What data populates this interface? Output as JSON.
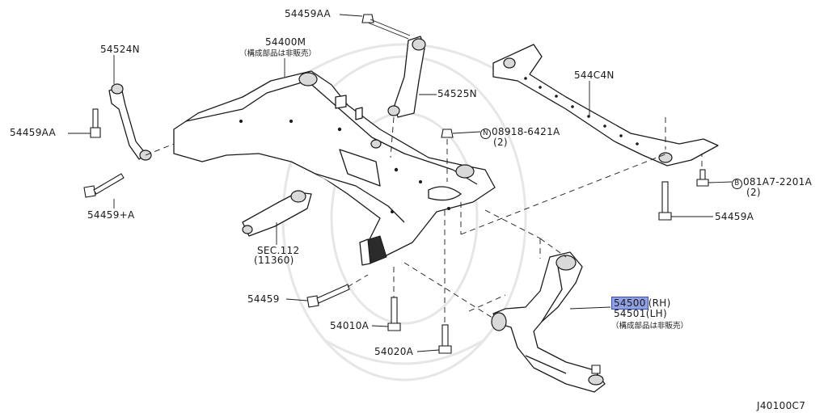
{
  "diagram": {
    "code": "J40100C7",
    "labels": {
      "p54459AA_top": "54459AA",
      "p54400M": "54400M",
      "p54400M_note": "（構成部品は非販売）",
      "p54524N": "54524N",
      "p54525N": "54525N",
      "p544C4N": "544C4N",
      "p54459AA_left": "54459AA",
      "n08918": "08918-6421A",
      "n08918_qty": "(2)",
      "n08918_mark": "N",
      "b081A7": "081A7-2201A",
      "b081A7_qty": "(2)",
      "b081A7_mark": "B",
      "p54459plusA": "54459+A",
      "p54459A": "54459A",
      "sec112": "SEC.112",
      "sec112_ref": "(11360)",
      "p54459": "54459",
      "p54500": "54500",
      "p54500_side": "(RH)",
      "p54501": "54501",
      "p54501_side": "(LH)",
      "p54501_note": "（構成部品は非販売）",
      "p54010A": "54010A",
      "p54020A": "54020A"
    },
    "highlighted_part": "54500"
  }
}
